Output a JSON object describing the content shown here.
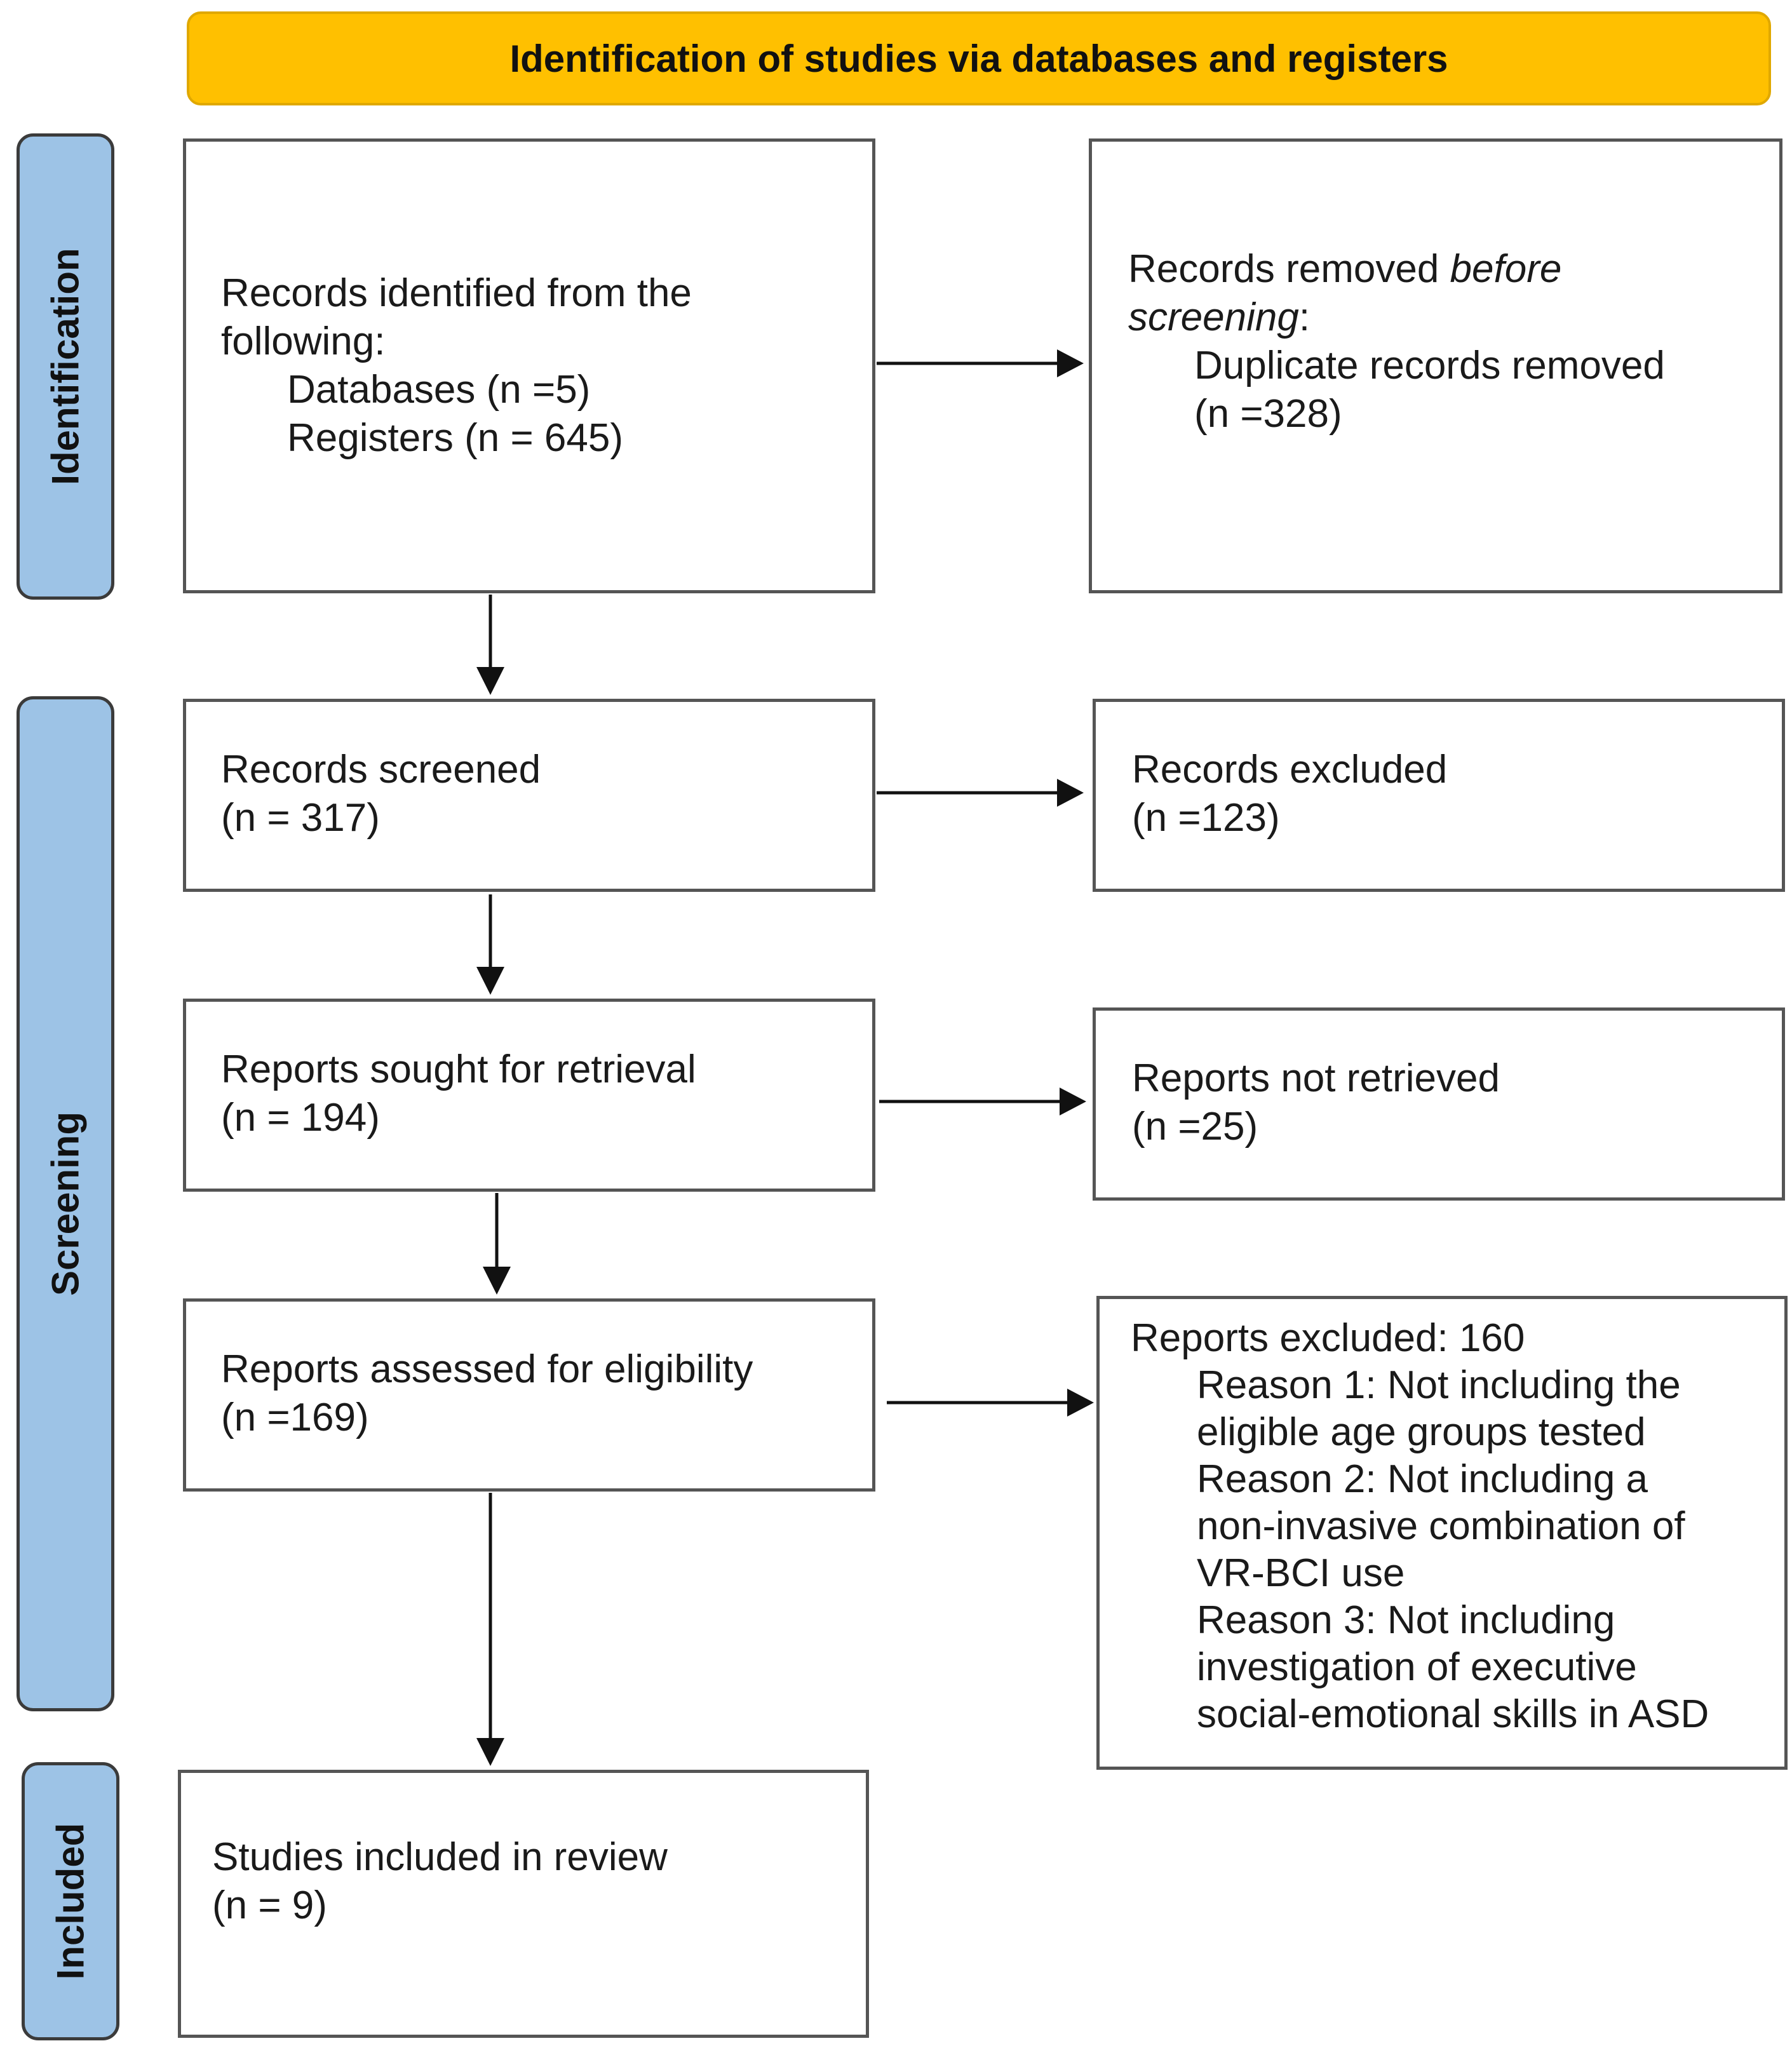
{
  "banner": {
    "title": "Identification of studies via databases and registers"
  },
  "phases": {
    "identification": "Identification",
    "screening": "Screening",
    "included": "Included"
  },
  "boxes": {
    "records_identified": {
      "line1": "Records identified from the",
      "line2": "following:",
      "databases": "Databases (n =5)",
      "registers": "Registers (n = 645)"
    },
    "records_removed": {
      "line1_prefix": "Records removed ",
      "line1_italic": "before",
      "line2_italic": "screening",
      "line2_suffix": ":",
      "duplicates": "Duplicate records removed",
      "duplicates_n": "(n =328)"
    },
    "records_screened": {
      "label": "Records screened",
      "n": "(n = 317)"
    },
    "records_excluded": {
      "label": "Records excluded",
      "n": "(n =123)"
    },
    "reports_sought": {
      "label": "Reports sought for retrieval",
      "n": "(n = 194)"
    },
    "reports_not_retrieved": {
      "label": "Reports not retrieved",
      "n": "(n =25)"
    },
    "reports_assessed": {
      "label": "Reports assessed for eligibility",
      "n": "(n =169)"
    },
    "reports_excluded": {
      "header": "Reports excluded: 160",
      "lines": [
        "Reason 1: Not including the",
        "eligible age groups tested",
        "Reason 2: Not including a",
        "non-invasive combination of",
        "VR-BCI use",
        "Reason 3: Not including",
        "investigation of executive",
        "social-emotional skills in ASD"
      ]
    },
    "studies_included": {
      "label": "Studies included in review",
      "n": "(n = 9)"
    }
  }
}
